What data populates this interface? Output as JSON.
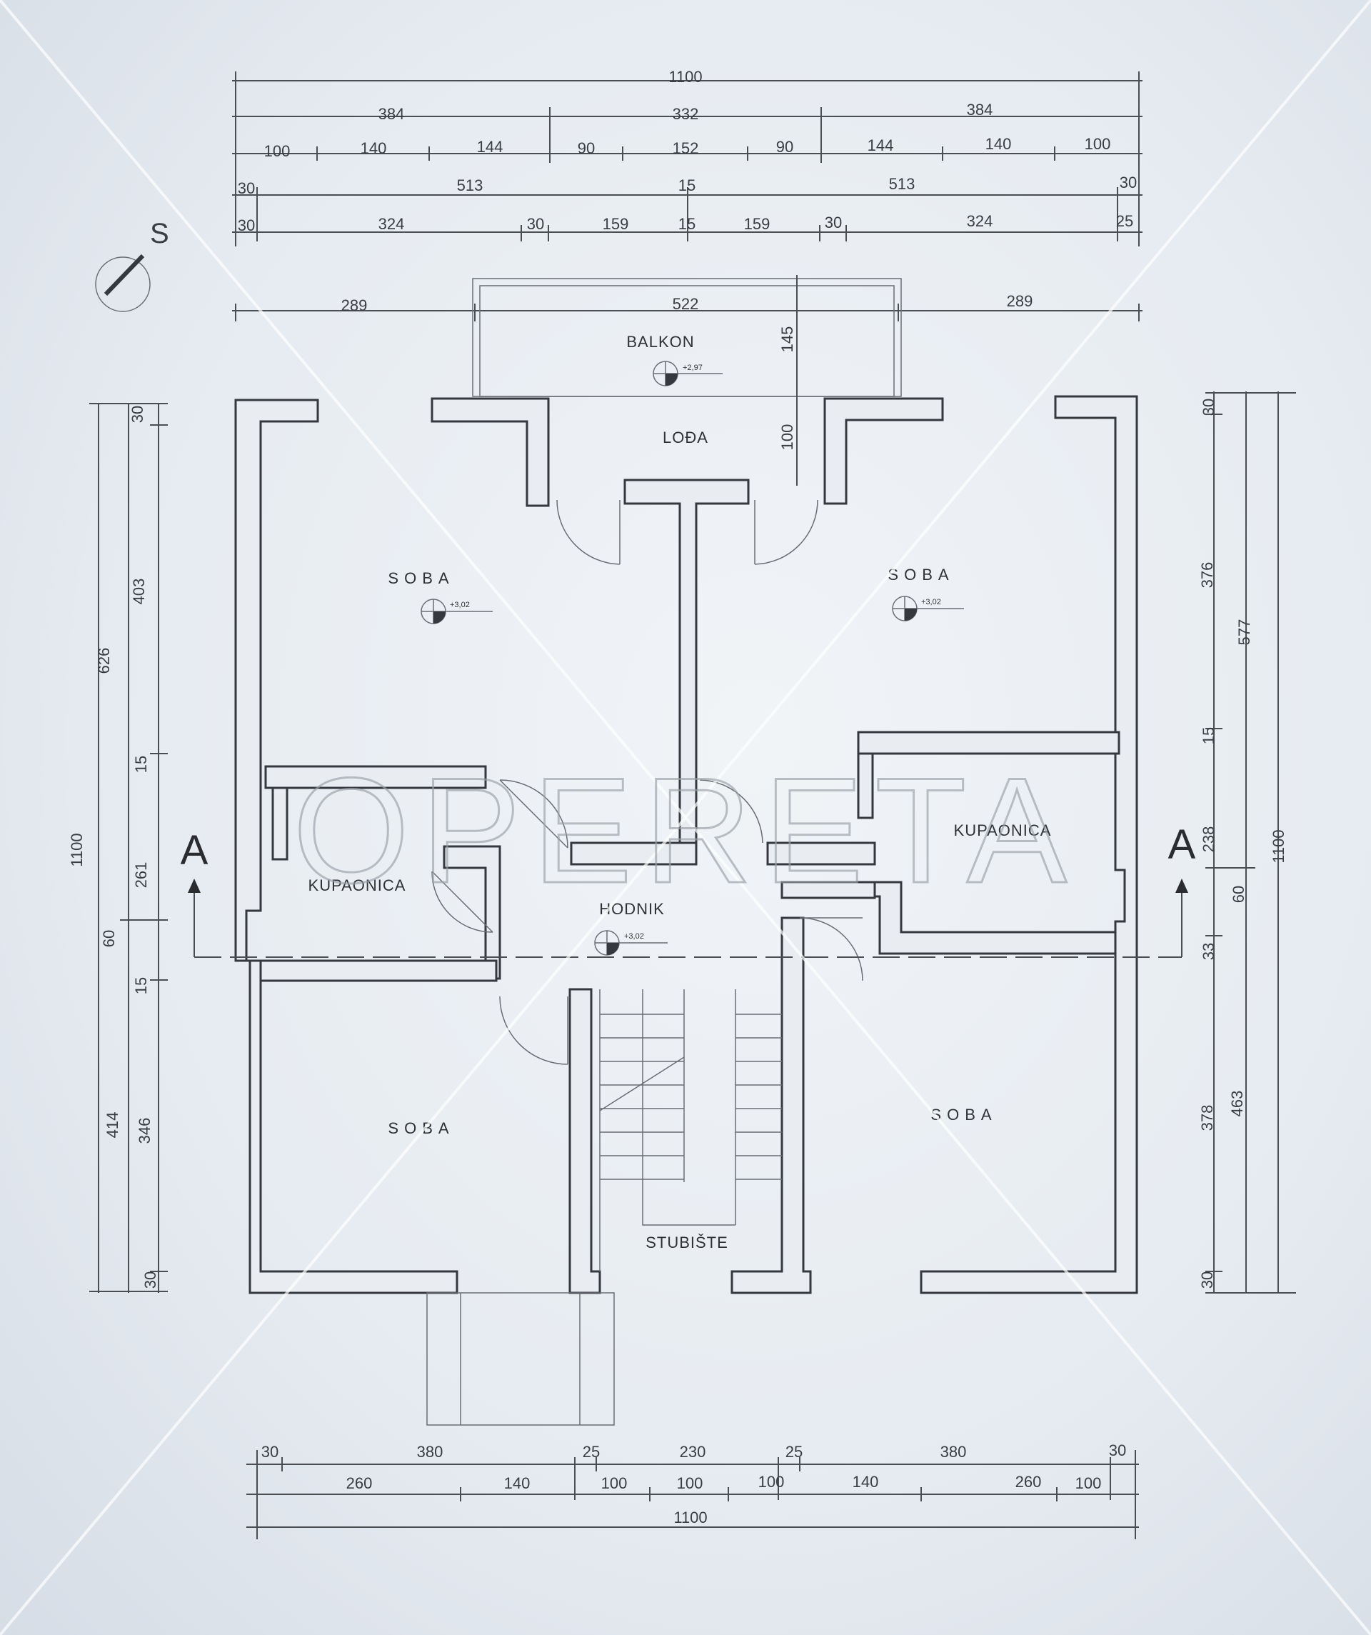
{
  "colors": {
    "paper": "#eef2f6",
    "ink": "#35383d",
    "watermark": "#9aa0a8"
  },
  "north": {
    "label": "S"
  },
  "watermark": {
    "text": "OPERETA"
  },
  "section_marks": {
    "left": "A",
    "right": "A"
  },
  "dims_top": {
    "row1": [
      "1100"
    ],
    "row2": [
      "384",
      "332",
      "384"
    ],
    "row3": [
      "100",
      "140",
      "144",
      "90",
      "152",
      "90",
      "144",
      "140",
      "100"
    ],
    "row4": [
      "30",
      "513",
      "15",
      "513",
      "30"
    ],
    "row5": [
      "30",
      "324",
      "30",
      "159",
      "15",
      "159",
      "30",
      "324",
      "25"
    ],
    "row6": [
      "289",
      "522",
      "289"
    ]
  },
  "dims_balcony": {
    "depth": "145",
    "loggia": "100"
  },
  "dims_left": {
    "total": "1100",
    "a": [
      "626",
      "414"
    ],
    "b": [
      "403",
      "261",
      "346"
    ],
    "c": [
      "30",
      "15",
      "60",
      "15",
      "30"
    ]
  },
  "dims_right": {
    "total": "1100",
    "a": [
      "577",
      "463"
    ],
    "b": [
      "376",
      "238",
      "378"
    ],
    "c": [
      "30",
      "15",
      "60",
      "33",
      "30"
    ]
  },
  "dims_bottom": {
    "row1": [
      "30",
      "380",
      "25",
      "230",
      "25",
      "380",
      "30"
    ],
    "row2": [
      "260",
      "140",
      "100",
      "100",
      "100",
      "140",
      "260",
      "100"
    ],
    "row3": [
      "1100"
    ]
  },
  "rooms": {
    "balkon": "BALKON",
    "loda": "LOĐA",
    "soba_tl": "SOBA",
    "soba_tr": "SOBA",
    "kupaonica_l": "KUPAONICA",
    "kupaonica_r": "KUPAONICA",
    "hodnik": "HODNIK",
    "soba_bl": "SOBA",
    "soba_br": "SOBA",
    "stubiste": "STUBIŠTE"
  },
  "levels": {
    "balkon": "+2,97",
    "soba_tl": "+3,02",
    "soba_tr": "+3,02",
    "hodnik": "+3,02"
  }
}
